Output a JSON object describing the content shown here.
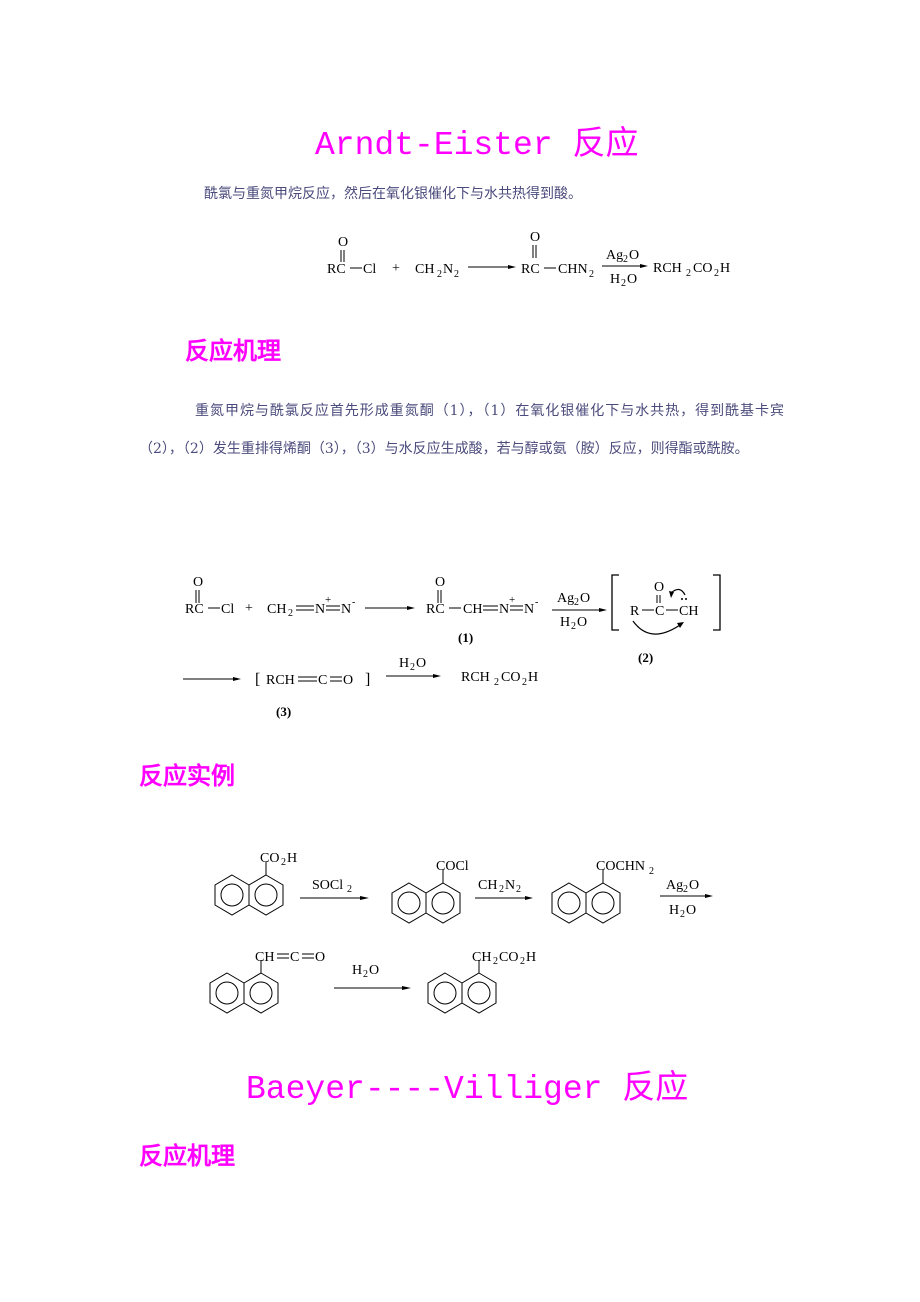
{
  "arndt": {
    "title": "Arndt-Eister 反应",
    "intro": "酰氯与重氮甲烷反应，然后在氧化银催化下与水共热得到酸。",
    "overall_equation": {
      "reactant1": "RC(=O)—Cl",
      "plus": "+",
      "reactant2": "CH2N2",
      "intermediate": "RC(=O)—CHN2",
      "reagent_top": "Ag2O",
      "reagent_bottom": "H2O",
      "product": "RCH2CO2H"
    },
    "mechanism_heading": "反应机理",
    "mechanism_text": "重氮甲烷与酰氯反应首先形成重氮酮（1），（1）在氧化银催化下与水共热，得到酰基卡宾（2），（2）发生重排得烯酮（3），（3）与水反应生成酸，若与醇或氨（胺）反应，则得酯或酰胺。",
    "mechanism_scheme": {
      "reactant1": "RC(=O)—Cl",
      "reactant2": "CH2=N+=N-",
      "compound1": "RC(=O)—CH=N+=N-",
      "label1": "(1)",
      "reagent_top": "Ag2O",
      "reagent_bottom": "H2O",
      "compound2": "[R—C(=O)—:CH]",
      "label2": "(2)",
      "compound3": "[RCH=C=O]",
      "label3": "(3)",
      "reagent3": "H2O",
      "product": "RCH2CO2H"
    },
    "example_heading": "反应实例",
    "example_scheme": {
      "start": "1-naphthoic acid (CO2H)",
      "step1_reagent": "SOCl2",
      "int1": "COCl",
      "step2_reagent": "CH2N2",
      "int2": "COCHN2",
      "step3_top": "Ag2O",
      "step3_bottom": "H2O",
      "int3": "CH=C=O",
      "step4_reagent": "H2O",
      "product": "CH2CO2H"
    }
  },
  "baeyer": {
    "title": "Baeyer----Villiger 反应",
    "mechanism_heading": "反应机理"
  },
  "colors": {
    "heading": "#ff00ff",
    "body_text": "#4b4b7d",
    "chem": "#000000"
  }
}
